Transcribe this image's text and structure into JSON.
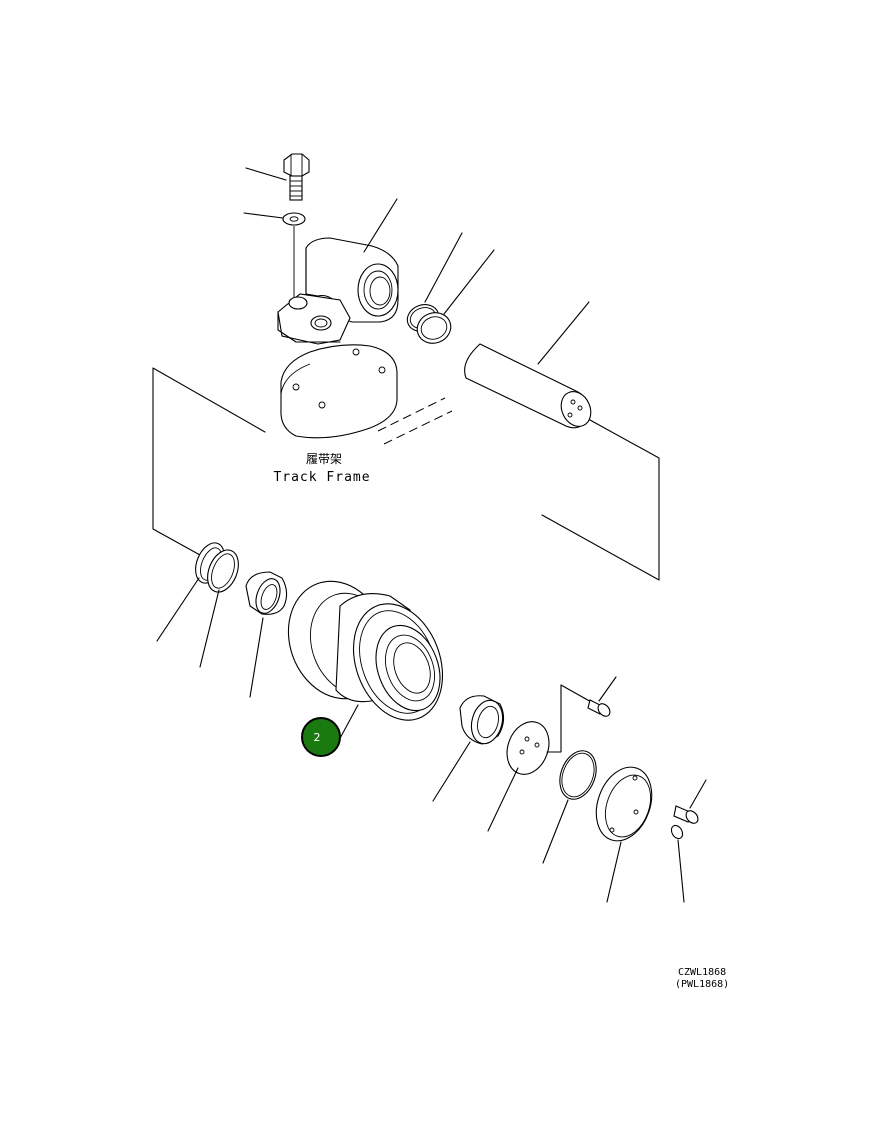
{
  "labels": {
    "frame_cn": "履带架",
    "frame_en": "Track Frame"
  },
  "callout": {
    "number": "2",
    "color": "#1a7a10"
  },
  "drawing_code": {
    "primary": "CZWL1868",
    "secondary": "(PWL1868)"
  }
}
